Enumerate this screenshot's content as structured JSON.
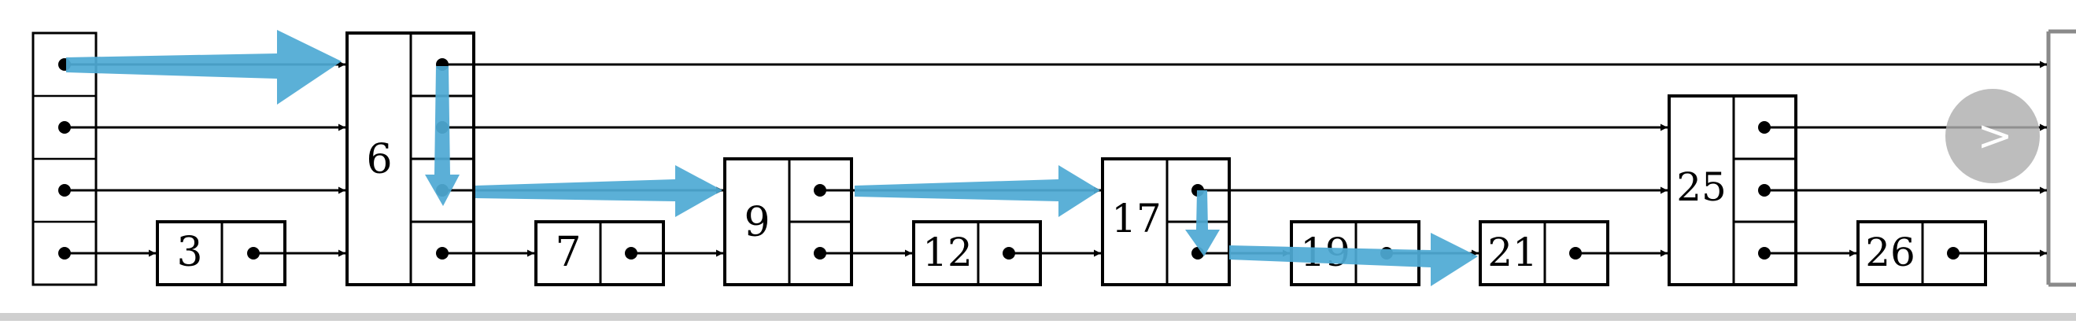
{
  "skip_list": {
    "nodes": [
      {
        "id": "head",
        "key": ""
      },
      {
        "id": "n3",
        "key": "3"
      },
      {
        "id": "n6",
        "key": "6"
      },
      {
        "id": "n7",
        "key": "7"
      },
      {
        "id": "n9",
        "key": "9"
      },
      {
        "id": "n12",
        "key": "12"
      },
      {
        "id": "n17",
        "key": "17"
      },
      {
        "id": "n19",
        "key": "19"
      },
      {
        "id": "n21",
        "key": "21"
      },
      {
        "id": "n25",
        "key": "25"
      },
      {
        "id": "n26",
        "key": "26"
      }
    ],
    "search_highlight_color": "#4FAAD4"
  },
  "carousel": {
    "next_label": ">"
  },
  "footer": {
    "partial_caption": ""
  }
}
